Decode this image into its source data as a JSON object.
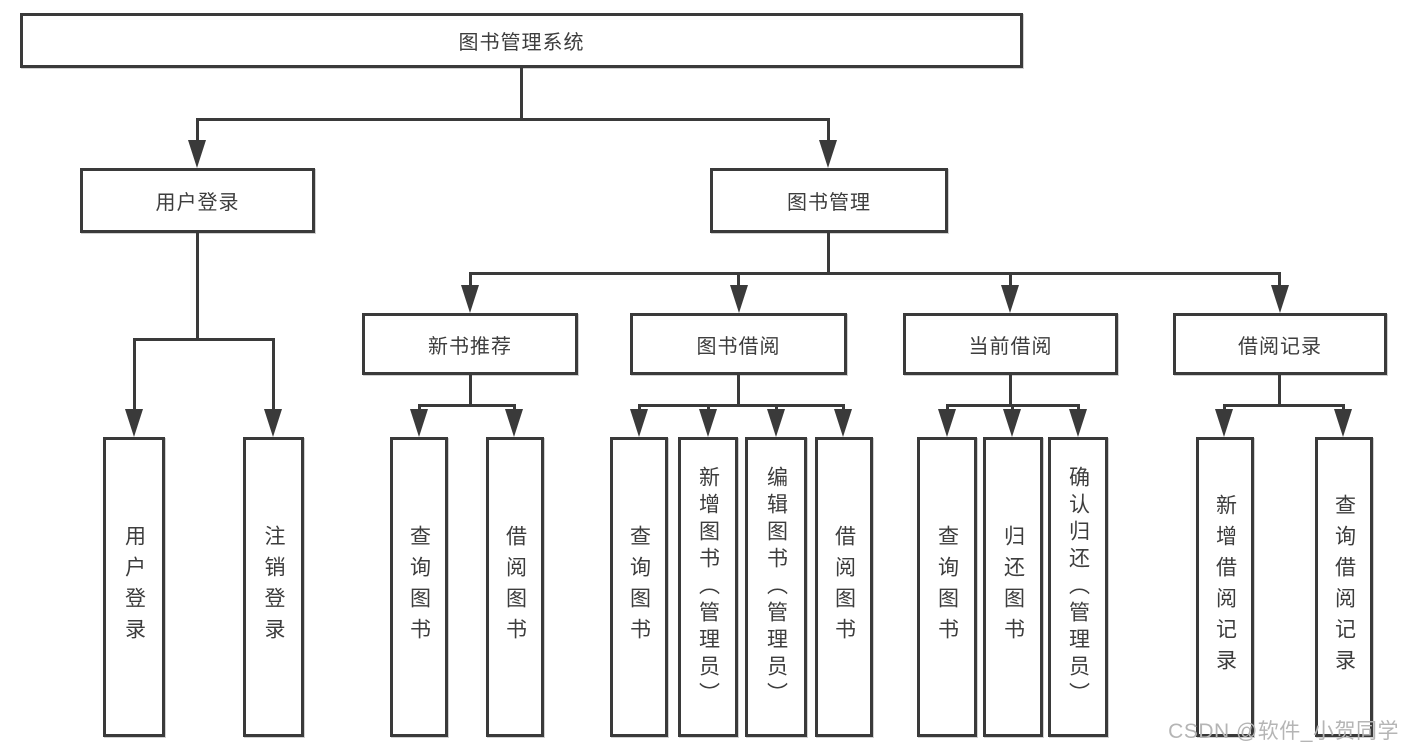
{
  "nodes": {
    "root": {
      "label": "图书管理系统"
    },
    "user_login": {
      "label": "用户登录"
    },
    "book_management": {
      "label": "图书管理"
    },
    "new_book_recommend": {
      "label": "新书推荐"
    },
    "book_borrowing": {
      "label": "图书借阅"
    },
    "current_borrowing": {
      "label": "当前借阅"
    },
    "borrowing_records": {
      "label": "借阅记录"
    },
    "leaf_user_login": {
      "label": "用户登录"
    },
    "leaf_logout": {
      "label": "注销登录"
    },
    "leaf_query_books_1": {
      "label": "查询图书"
    },
    "leaf_borrow_books_1": {
      "label": "借阅图书"
    },
    "leaf_query_books_2": {
      "label": "查询图书"
    },
    "leaf_add_books": {
      "label": "新增图书（管理员）"
    },
    "leaf_edit_books": {
      "label": "编辑图书（管理员）"
    },
    "leaf_borrow_books_2": {
      "label": "借阅图书"
    },
    "leaf_query_books_3": {
      "label": "查询图书"
    },
    "leaf_return_books": {
      "label": "归还图书"
    },
    "leaf_confirm_return": {
      "label": "确认归还（管理员）"
    },
    "leaf_add_borrow_record": {
      "label": "新增借阅记录"
    },
    "leaf_query_borrow_record": {
      "label": "查询借阅记录"
    }
  },
  "hierarchy": {
    "图书管理系统": [
      "用户登录",
      "图书管理"
    ],
    "用户登录": [
      "用户登录",
      "注销登录"
    ],
    "图书管理": [
      "新书推荐",
      "图书借阅",
      "当前借阅",
      "借阅记录"
    ],
    "新书推荐": [
      "查询图书",
      "借阅图书"
    ],
    "图书借阅": [
      "查询图书",
      "新增图书（管理员）",
      "编辑图书（管理员）",
      "借阅图书"
    ],
    "当前借阅": [
      "查询图书",
      "归还图书",
      "确认归还（管理员）"
    ],
    "借阅记录": [
      "新增借阅记录",
      "查询借阅记录"
    ]
  },
  "watermark": {
    "text": "CSDN @软件_小贺同学"
  },
  "colors": {
    "line": "#3a3a3a",
    "box_border": "#3a3a3a",
    "text": "#3d3d3d",
    "watermark": "#b5b5b5",
    "background": "#ffffff"
  }
}
